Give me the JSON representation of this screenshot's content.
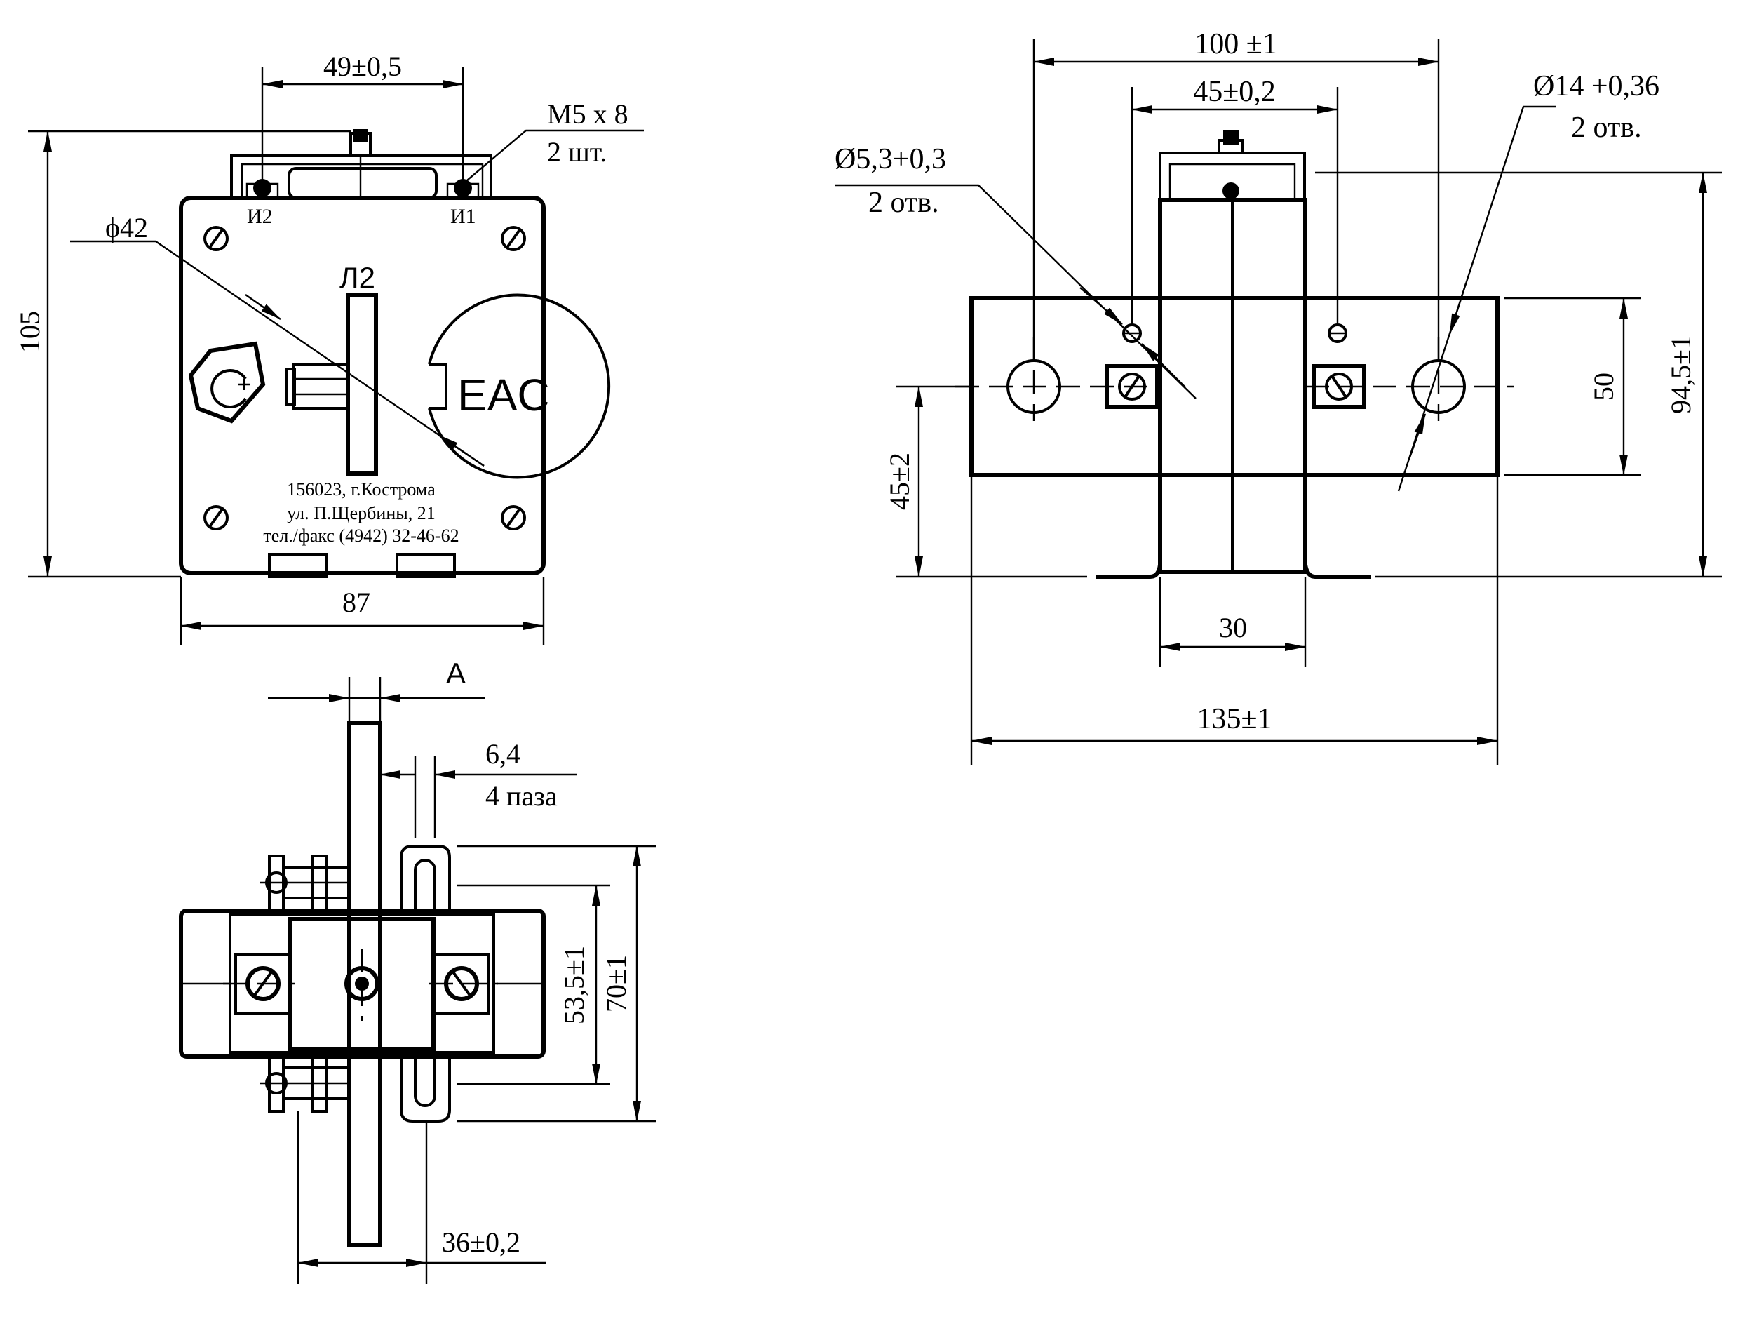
{
  "front_view": {
    "dim_terminal_spacing": "49±0,5",
    "screw_spec_line1": "M5 x 8",
    "screw_spec_line2": "2 шт.",
    "terminal_left_label": "И2",
    "terminal_right_label": "И1",
    "dim_window_diameter": "ϕ42",
    "primary_label": "Л2",
    "eac_mark": "EAC",
    "dim_height": "105",
    "dim_width": "87",
    "address_line1": "156023, г.Кострома",
    "address_line2": "ул. П.Щербины, 21",
    "address_line3": "тел./факс (4942) 32-46-62"
  },
  "side_view": {
    "dim_total_width": "100 ±1",
    "dim_inner_holes": "45±0,2",
    "large_hole_spec_line1": "Ø14 +0,36",
    "large_hole_spec_line2": "2 отв.",
    "small_hole_spec_line1": "Ø5,3+0,3",
    "small_hole_spec_line2": "2 отв.",
    "dim_bar_height": "50",
    "dim_total_height": "94,5±1",
    "dim_axis_height": "45±2",
    "dim_core_width": "30",
    "dim_overall_length": "135±1"
  },
  "top_view": {
    "dim_label_a": "A",
    "slot_spec_line1": "6,4",
    "slot_spec_line2": "4 паза",
    "dim_slot_pitch": "53,5±1",
    "dim_overall": "70±1",
    "dim_mount_spacing": "36±0,2"
  }
}
